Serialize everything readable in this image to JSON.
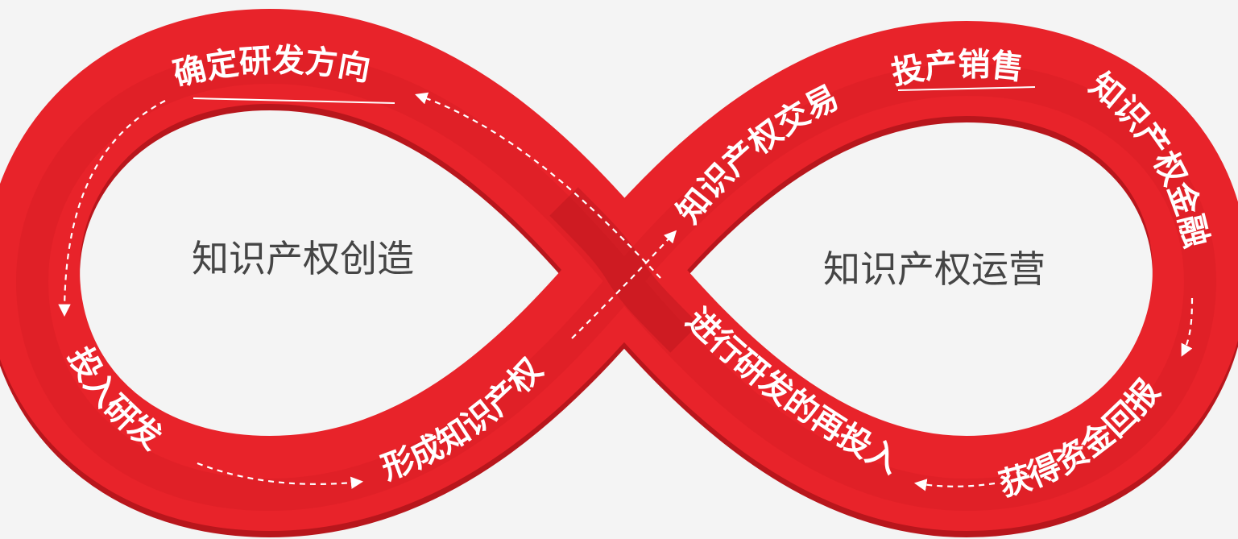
{
  "colors": {
    "band": "#e8232a",
    "band_dark": "#c41a20",
    "background": "#f4f4f4",
    "text": "#ffffff",
    "center_text": "#454545"
  },
  "left_loop": {
    "title": "知识产权创造",
    "step_top": "确定研发方向",
    "step_left": "投入研发",
    "step_bottom": "形成知识产权"
  },
  "right_loop": {
    "title": "知识产权运营",
    "step_trade": "知识产权交易",
    "step_top": "投产销售",
    "step_right": "知识产权金融",
    "step_return": "获得资金回报",
    "step_reinvest": "进行研发的再投入"
  }
}
